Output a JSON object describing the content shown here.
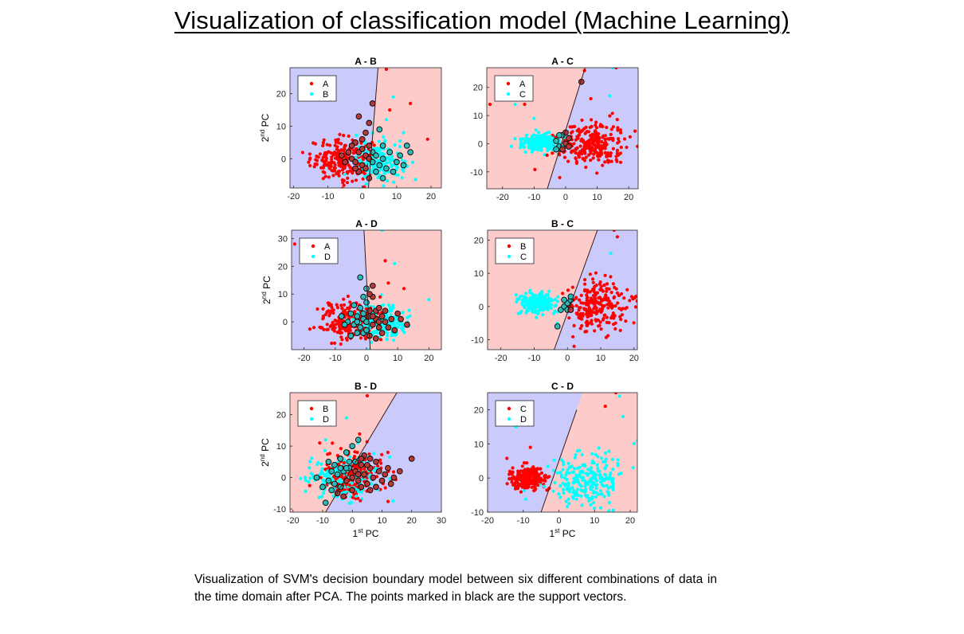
{
  "title": "Visualization of classification model (Machine Learning)",
  "caption": "Visualization of SVM's decision boundary model between six different combinations of data in the time domain after PCA. The points marked in black are the support vectors.",
  "axis_labels": {
    "ylabel_main": "2",
    "ylabel_sup": "nd",
    "ylabel_rest": " PC",
    "xlabel_main": "1",
    "xlabel_sup": "st",
    "xlabel_rest": " PC"
  },
  "colors": {
    "class1": "#ff0000",
    "class2": "#00ffff",
    "region_blue": "#cbcbfb",
    "region_red": "#fecbcb",
    "boundary": "#3a1a1a",
    "support_vector_edge": "#000000"
  },
  "chart_data": [
    {
      "type": "scatter",
      "title": "A - B",
      "classes": [
        "A",
        "B"
      ],
      "legend": "top-left",
      "xlim": [
        -21,
        23
      ],
      "ylim": [
        -9,
        28
      ],
      "xticks": [
        -20,
        -10,
        0,
        10,
        20
      ],
      "yticks": [
        0,
        10,
        20
      ],
      "show_ylabel": true,
      "show_xlabel": false,
      "boundary": [
        [
          1.8,
          -9
        ],
        [
          4.6,
          28
        ]
      ],
      "left_region": "blue",
      "right_region": "red",
      "series": [
        {
          "name": "A",
          "center": [
            -6,
            0
          ],
          "spread": [
            4.5,
            3.2
          ],
          "count": 230
        },
        {
          "name": "B",
          "center": [
            5,
            -1
          ],
          "spread": [
            3.5,
            3.0
          ],
          "count": 200
        }
      ],
      "outliers": [
        [
          7,
          27.5
        ],
        [
          9,
          19
        ],
        [
          8,
          15
        ],
        [
          7,
          12
        ],
        [
          14,
          17
        ],
        [
          12,
          8
        ],
        [
          19,
          6
        ]
      ],
      "support_vectors": [
        [
          -4,
          2
        ],
        [
          -3,
          0
        ],
        [
          -2,
          -1
        ],
        [
          -1,
          2
        ],
        [
          0,
          3
        ],
        [
          0,
          -2
        ],
        [
          1,
          1
        ],
        [
          1,
          -3
        ],
        [
          2,
          0
        ],
        [
          2,
          4
        ],
        [
          3,
          -1
        ],
        [
          3,
          2
        ],
        [
          -2,
          5
        ],
        [
          -1,
          -4
        ],
        [
          4,
          1
        ],
        [
          5,
          -2
        ],
        [
          6,
          0
        ],
        [
          7,
          -3
        ],
        [
          8,
          2
        ],
        [
          10,
          -1
        ],
        [
          11,
          1
        ],
        [
          12,
          -2
        ],
        [
          13,
          4
        ],
        [
          6,
          4
        ],
        [
          -3,
          4
        ],
        [
          1,
          8
        ],
        [
          2,
          11
        ],
        [
          -1,
          13
        ],
        [
          3,
          17
        ],
        [
          5,
          9
        ],
        [
          2,
          -6
        ],
        [
          -2,
          -3
        ],
        [
          0,
          6
        ],
        [
          4,
          -4
        ],
        [
          9,
          -4
        ],
        [
          6,
          -6
        ],
        [
          -5,
          -1
        ],
        [
          -6,
          1
        ],
        [
          14,
          2
        ]
      ]
    },
    {
      "type": "scatter",
      "title": "A - C",
      "classes": [
        "A",
        "C"
      ],
      "legend": "top-left",
      "xlim": [
        -25,
        23
      ],
      "ylim": [
        -16,
        27
      ],
      "xticks": [
        -20,
        -10,
        0,
        10,
        20
      ],
      "yticks": [
        -10,
        0,
        10,
        20
      ],
      "show_ylabel": false,
      "show_xlabel": false,
      "boundary": [
        [
          -5.8,
          -16
        ],
        [
          6.2,
          27
        ]
      ],
      "left_region": "red",
      "right_region": "blue",
      "series": [
        {
          "name": "A",
          "center": [
            8,
            0
          ],
          "spread": [
            5.5,
            4.0
          ],
          "count": 260
        },
        {
          "name": "C",
          "center": [
            -8,
            0.5
          ],
          "spread": [
            3.0,
            1.4
          ],
          "count": 220
        }
      ],
      "outliers": [
        [
          -24,
          14
        ],
        [
          -16,
          14
        ],
        [
          -13,
          14
        ],
        [
          -10,
          9
        ],
        [
          6,
          26
        ],
        [
          15,
          27
        ],
        [
          16,
          27
        ],
        [
          14,
          17
        ],
        [
          8,
          16
        ]
      ],
      "support_vectors": [
        [
          -3,
          1
        ],
        [
          -2,
          -1
        ],
        [
          -1,
          3
        ],
        [
          0,
          0
        ],
        [
          -1,
          -2
        ],
        [
          0,
          4
        ],
        [
          1,
          2
        ],
        [
          -2,
          3
        ],
        [
          -3,
          -2
        ],
        [
          1,
          -1
        ],
        [
          5,
          22
        ]
      ]
    },
    {
      "type": "scatter",
      "title": "A - D",
      "classes": [
        "A",
        "D"
      ],
      "legend": "top-left",
      "xlim": [
        -24,
        24
      ],
      "ylim": [
        -10,
        33
      ],
      "xticks": [
        -20,
        -10,
        0,
        10,
        20
      ],
      "yticks": [
        0,
        10,
        20,
        30
      ],
      "show_ylabel": true,
      "show_xlabel": false,
      "boundary": [
        [
          -0.8,
          33
        ],
        [
          1.2,
          -10
        ]
      ],
      "left_region": "blue",
      "right_region": "red",
      "series": [
        {
          "name": "A",
          "center": [
            -5,
            0
          ],
          "spread": [
            5.0,
            3.5
          ],
          "count": 240
        },
        {
          "name": "D",
          "center": [
            5,
            0
          ],
          "spread": [
            4.0,
            3.0
          ],
          "count": 220
        }
      ],
      "outliers": [
        [
          -23,
          28
        ],
        [
          5,
          33
        ],
        [
          6,
          22
        ],
        [
          9,
          21
        ],
        [
          7,
          14
        ],
        [
          20,
          8
        ],
        [
          12,
          12
        ]
      ],
      "support_vectors": [
        [
          -5,
          3
        ],
        [
          -4,
          -1
        ],
        [
          -3,
          2
        ],
        [
          -2,
          -2
        ],
        [
          -1,
          1
        ],
        [
          0,
          0
        ],
        [
          1,
          2
        ],
        [
          2,
          -1
        ],
        [
          3,
          1
        ],
        [
          4,
          -2
        ],
        [
          5,
          2
        ],
        [
          6,
          0
        ],
        [
          -2,
          5
        ],
        [
          -1,
          -4
        ],
        [
          0,
          7
        ],
        [
          1,
          -5
        ],
        [
          2,
          9
        ],
        [
          3,
          4
        ],
        [
          4,
          5
        ],
        [
          -3,
          -4
        ],
        [
          -6,
          0
        ],
        [
          7,
          -2
        ],
        [
          8,
          1
        ],
        [
          10,
          3
        ],
        [
          -4,
          6
        ],
        [
          0,
          12
        ],
        [
          1,
          10
        ],
        [
          -1,
          9
        ],
        [
          2,
          13
        ],
        [
          -8,
          2
        ],
        [
          -7,
          -1
        ],
        [
          6,
          4
        ],
        [
          5,
          -4
        ],
        [
          -2,
          16
        ],
        [
          11,
          1
        ],
        [
          13,
          -1
        ],
        [
          -5,
          -5
        ],
        [
          3,
          -6
        ],
        [
          9,
          -3
        ],
        [
          -1,
          3
        ],
        [
          0,
          -3
        ],
        [
          1,
          4
        ],
        [
          2,
          2
        ],
        [
          -3,
          0
        ],
        [
          4,
          0
        ]
      ]
    },
    {
      "type": "scatter",
      "title": "B - C",
      "classes": [
        "B",
        "C"
      ],
      "legend": "top-left",
      "xlim": [
        -24,
        21
      ],
      "ylim": [
        -13,
        23
      ],
      "xticks": [
        -20,
        -10,
        0,
        10,
        20
      ],
      "yticks": [
        -10,
        0,
        10,
        20
      ],
      "show_ylabel": false,
      "show_xlabel": false,
      "boundary": [
        [
          -4,
          -13
        ],
        [
          9,
          23
        ]
      ],
      "left_region": "red",
      "right_region": "blue",
      "series": [
        {
          "name": "B",
          "center": [
            9,
            0
          ],
          "spread": [
            4.5,
            4.0
          ],
          "count": 240
        },
        {
          "name": "C",
          "center": [
            -9,
            1
          ],
          "spread": [
            2.6,
            1.6
          ],
          "count": 220
        }
      ],
      "outliers": [
        [
          14,
          23
        ],
        [
          13,
          16
        ],
        [
          15,
          21
        ],
        [
          -3,
          -5
        ],
        [
          2,
          -12
        ]
      ],
      "support_vectors": [
        [
          -2,
          -1
        ],
        [
          -1,
          0
        ],
        [
          0,
          1
        ],
        [
          1,
          2
        ],
        [
          -1,
          2
        ],
        [
          0,
          -1
        ],
        [
          1,
          -1
        ],
        [
          -3,
          -6
        ],
        [
          1,
          3
        ]
      ]
    },
    {
      "type": "scatter",
      "title": "B - D",
      "classes": [
        "B",
        "D"
      ],
      "legend": "top-left",
      "xlim": [
        -21,
        30
      ],
      "ylim": [
        -11,
        27
      ],
      "xticks": [
        -20,
        -10,
        0,
        10,
        20,
        30
      ],
      "yticks": [
        -10,
        0,
        10,
        20
      ],
      "show_ylabel": true,
      "show_xlabel": true,
      "boundary": [
        [
          -9,
          -11
        ],
        [
          15,
          27
        ]
      ],
      "left_region": "red",
      "right_region": "blue",
      "series": [
        {
          "name": "B",
          "center": [
            0,
            1
          ],
          "spread": [
            5.0,
            4.0
          ],
          "count": 220
        },
        {
          "name": "D",
          "center": [
            -4,
            0
          ],
          "spread": [
            6.0,
            3.5
          ],
          "count": 200
        }
      ],
      "outliers": [
        [
          5,
          26
        ],
        [
          -2,
          19
        ],
        [
          12,
          8
        ],
        [
          -9,
          12
        ],
        [
          -11,
          11
        ]
      ],
      "support_vectors": [
        [
          -10,
          -3
        ],
        [
          -8,
          -1
        ],
        [
          -7,
          2
        ],
        [
          -6,
          -2
        ],
        [
          -5,
          1
        ],
        [
          -4,
          -3
        ],
        [
          -3,
          2
        ],
        [
          -2,
          -1
        ],
        [
          -1,
          3
        ],
        [
          0,
          0
        ],
        [
          1,
          2
        ],
        [
          2,
          -1
        ],
        [
          3,
          4
        ],
        [
          4,
          1
        ],
        [
          5,
          -2
        ],
        [
          6,
          3
        ],
        [
          7,
          0
        ],
        [
          8,
          5
        ],
        [
          9,
          2
        ],
        [
          10,
          -1
        ],
        [
          11,
          1
        ],
        [
          12,
          3
        ],
        [
          14,
          0
        ],
        [
          16,
          2
        ],
        [
          20,
          6
        ],
        [
          -6,
          4
        ],
        [
          -4,
          6
        ],
        [
          -2,
          8
        ],
        [
          0,
          10
        ],
        [
          2,
          12
        ],
        [
          -8,
          5
        ],
        [
          -5,
          -5
        ],
        [
          -3,
          -6
        ],
        [
          0,
          -4
        ],
        [
          3,
          -3
        ],
        [
          6,
          -4
        ],
        [
          -9,
          -8
        ],
        [
          -12,
          0
        ],
        [
          -1,
          5
        ],
        [
          1,
          5
        ],
        [
          4,
          7
        ],
        [
          6,
          6
        ],
        [
          -7,
          -4
        ],
        [
          -2,
          3
        ],
        [
          2,
          1
        ],
        [
          5,
          4
        ],
        [
          8,
          -3
        ],
        [
          13,
          -2
        ],
        [
          -4,
          3
        ],
        [
          3,
          6
        ]
      ]
    },
    {
      "type": "scatter",
      "title": "C - D",
      "classes": [
        "C",
        "D"
      ],
      "legend": "top-left",
      "xlim": [
        -20,
        22
      ],
      "ylim": [
        -10,
        25
      ],
      "xticks": [
        -20,
        -10,
        0,
        10,
        20
      ],
      "yticks": [
        -10,
        0,
        10,
        20
      ],
      "show_ylabel": false,
      "show_xlabel": true,
      "boundary": [
        [
          -5,
          -10
        ],
        [
          5,
          20
        ]
      ],
      "left_region": "blue",
      "right_region": "red",
      "series": [
        {
          "name": "C",
          "center": [
            -9,
            0
          ],
          "spread": [
            2.5,
            1.6
          ],
          "count": 220
        },
        {
          "name": "D",
          "center": [
            8,
            0
          ],
          "spread": [
            5.0,
            4.0
          ],
          "count": 240
        }
      ],
      "outliers": [
        [
          -14,
          20
        ],
        [
          -12,
          15
        ],
        [
          16,
          25
        ],
        [
          17,
          24
        ],
        [
          13,
          21
        ],
        [
          18,
          18
        ],
        [
          -8,
          9
        ]
      ],
      "support_vectors": []
    }
  ]
}
